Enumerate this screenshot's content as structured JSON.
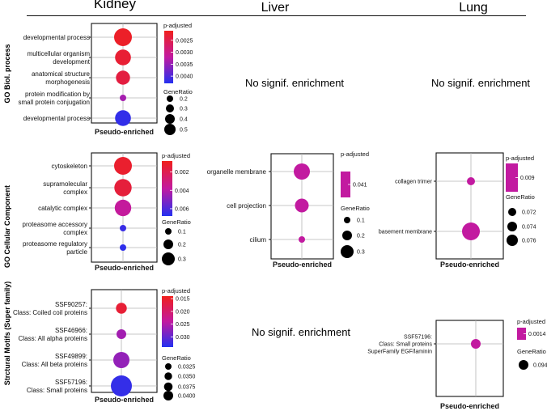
{
  "column_headers": [
    "Kidney",
    "Liver",
    "Lung"
  ],
  "row_labels": [
    "GO Biol. process",
    "GO Cellular Component",
    "Strctural Motifs (Super family)"
  ],
  "no_enrichment_text": "No signif. enrichment",
  "colors": {
    "high_significance": "#f0201c",
    "mid_significance": "#c21aa0",
    "low_significance": "#2430f0",
    "gridline": "#b5b5b5",
    "text": "#111111"
  },
  "chart_data": [
    {
      "id": "kidney-bp",
      "type": "scatter",
      "xlabel": "Pseudo-enriched",
      "categories": [
        "developmental process",
        "multicellular organism development",
        "anatomical structure morphogenesis",
        "protein modification by small protein conjugation",
        "developmental process"
      ],
      "x": [
        "Pseudo-enriched",
        "Pseudo-enriched",
        "Pseudo-enriched",
        "Pseudo-enriched",
        "Pseudo-enriched"
      ],
      "gene_ratio": [
        0.5,
        0.45,
        0.4,
        0.2,
        0.45
      ],
      "p_adjusted": [
        0.0022,
        0.0023,
        0.0024,
        0.0034,
        0.0042
      ],
      "color_legend": {
        "title": "p-adjusted",
        "ticks": [
          "0.0025",
          "0.0030",
          "0.0035",
          "0.0040"
        ],
        "range": [
          0.0021,
          0.0043
        ]
      },
      "size_legend": {
        "title": "GeneRatio",
        "values": [
          0.2,
          0.3,
          0.4,
          0.5
        ],
        "labels": [
          "0.2",
          "0.3",
          "0.4",
          "0.5"
        ]
      }
    },
    {
      "id": "liver-bp",
      "type": "scatter",
      "empty": true
    },
    {
      "id": "lung-bp",
      "type": "scatter",
      "empty": true
    },
    {
      "id": "kidney-cc",
      "type": "scatter",
      "xlabel": "Pseudo-enriched",
      "categories": [
        "cytoskeleton",
        "supramolecular complex",
        "catalytic complex",
        "proteasome accessory complex",
        "proteasome regulatory particle"
      ],
      "x": [
        "Pseudo-enriched",
        "Pseudo-enriched",
        "Pseudo-enriched",
        "Pseudo-enriched",
        "Pseudo-enriched"
      ],
      "gene_ratio": [
        0.33,
        0.32,
        0.3,
        0.08,
        0.08
      ],
      "p_adjusted": [
        0.0012,
        0.0015,
        0.0037,
        0.0064,
        0.0066
      ],
      "color_legend": {
        "title": "p-adjusted",
        "ticks": [
          "0.002",
          "0.004",
          "0.006"
        ],
        "range": [
          0.0008,
          0.0068
        ]
      },
      "size_legend": {
        "title": "GeneRatio",
        "values": [
          0.1,
          0.2,
          0.3
        ],
        "labels": [
          "0.1",
          "0.2",
          "0.3"
        ]
      }
    },
    {
      "id": "liver-cc",
      "type": "scatter",
      "xlabel": "Pseudo-enriched",
      "categories": [
        "organelle membrane",
        "cell projection",
        "cilium"
      ],
      "x": [
        "Pseudo-enriched",
        "Pseudo-enriched",
        "Pseudo-enriched"
      ],
      "gene_ratio": [
        0.3,
        0.25,
        0.1
      ],
      "p_adjusted": [
        0.041,
        0.041,
        0.041
      ],
      "color_legend": {
        "title": "p-adjusted",
        "ticks": [
          "0.041"
        ],
        "range": [
          0.041,
          0.041
        ]
      },
      "size_legend": {
        "title": "GeneRatio",
        "values": [
          0.1,
          0.2,
          0.3
        ],
        "labels": [
          "0.1",
          "0.2",
          "0.3"
        ]
      }
    },
    {
      "id": "lung-cc",
      "type": "scatter",
      "xlabel": "Pseudo-enriched",
      "categories": [
        "collagen trimer",
        "basement membrane"
      ],
      "x": [
        "Pseudo-enriched",
        "Pseudo-enriched"
      ],
      "gene_ratio": [
        0.072,
        0.076
      ],
      "p_adjusted": [
        0.009,
        0.009
      ],
      "color_legend": {
        "title": "p-adjusted",
        "ticks": [
          "0.009"
        ],
        "range": [
          0.009,
          0.009
        ]
      },
      "size_legend": {
        "title": "GeneRatio",
        "values": [
          0.072,
          0.074,
          0.076
        ],
        "labels": [
          "0.072",
          "0.074",
          "0.076"
        ]
      }
    },
    {
      "id": "kidney-motif",
      "type": "scatter",
      "xlabel": "Pseudo-enriched",
      "categories": [
        "SSF90257: Class: Coiled coil proteins",
        "SSF46966: Class: All alpha proteins",
        "SSF49899: Class: All beta proteins",
        "SSF57196: Class: Small proteins"
      ],
      "x": [
        "Pseudo-enriched",
        "Pseudo-enriched",
        "Pseudo-enriched",
        "Pseudo-enriched"
      ],
      "gene_ratio": [
        0.031,
        0.03,
        0.036,
        0.0405
      ],
      "p_adjusted": [
        0.016,
        0.026,
        0.027,
        0.033
      ],
      "color_legend": {
        "title": "p-adjusted",
        "ticks": [
          "0.015",
          "0.020",
          "0.025",
          "0.030"
        ],
        "range": [
          0.014,
          0.034
        ]
      },
      "size_legend": {
        "title": "GeneRatio",
        "values": [
          0.0325,
          0.035,
          0.0375,
          0.04
        ],
        "labels": [
          "0.0325",
          "0.0350",
          "0.0375",
          "0.0400"
        ]
      }
    },
    {
      "id": "liver-motif",
      "type": "scatter",
      "empty": true
    },
    {
      "id": "lung-motif",
      "type": "scatter",
      "xlabel": "Pseudo-enriched",
      "categories": [
        "SSF57196: Class: Small proteins SuperFamily EGF/laminin"
      ],
      "x": [
        "Pseudo-enriched"
      ],
      "gene_ratio": [
        0.094
      ],
      "p_adjusted": [
        0.0014
      ],
      "color_legend": {
        "title": "p-adjusted",
        "ticks": [
          "0.0014"
        ],
        "range": [
          0.0014,
          0.0014
        ]
      },
      "size_legend": {
        "title": "GeneRatio",
        "values": [
          0.094
        ],
        "labels": [
          "0.094"
        ]
      }
    }
  ]
}
